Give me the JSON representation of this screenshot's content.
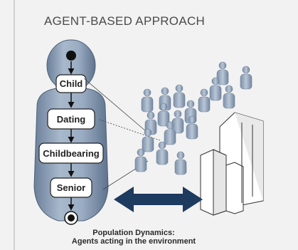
{
  "title": "AGENT-BASED APPROACH",
  "states": [
    {
      "label": "Child"
    },
    {
      "label": "Dating"
    },
    {
      "label": "Childbearing"
    },
    {
      "label": "Senior"
    }
  ],
  "caption": {
    "line1": "Population Dynamics:",
    "line2": "Agents acting in the environment"
  },
  "colors": {
    "background": "#f2f2f2",
    "agent_body": "#8d9fb5",
    "arrow": "#1d3a5f",
    "building": "#ffffff"
  },
  "icons": [
    "person-icon",
    "buildings-icon",
    "start-node-icon",
    "end-node-icon"
  ]
}
